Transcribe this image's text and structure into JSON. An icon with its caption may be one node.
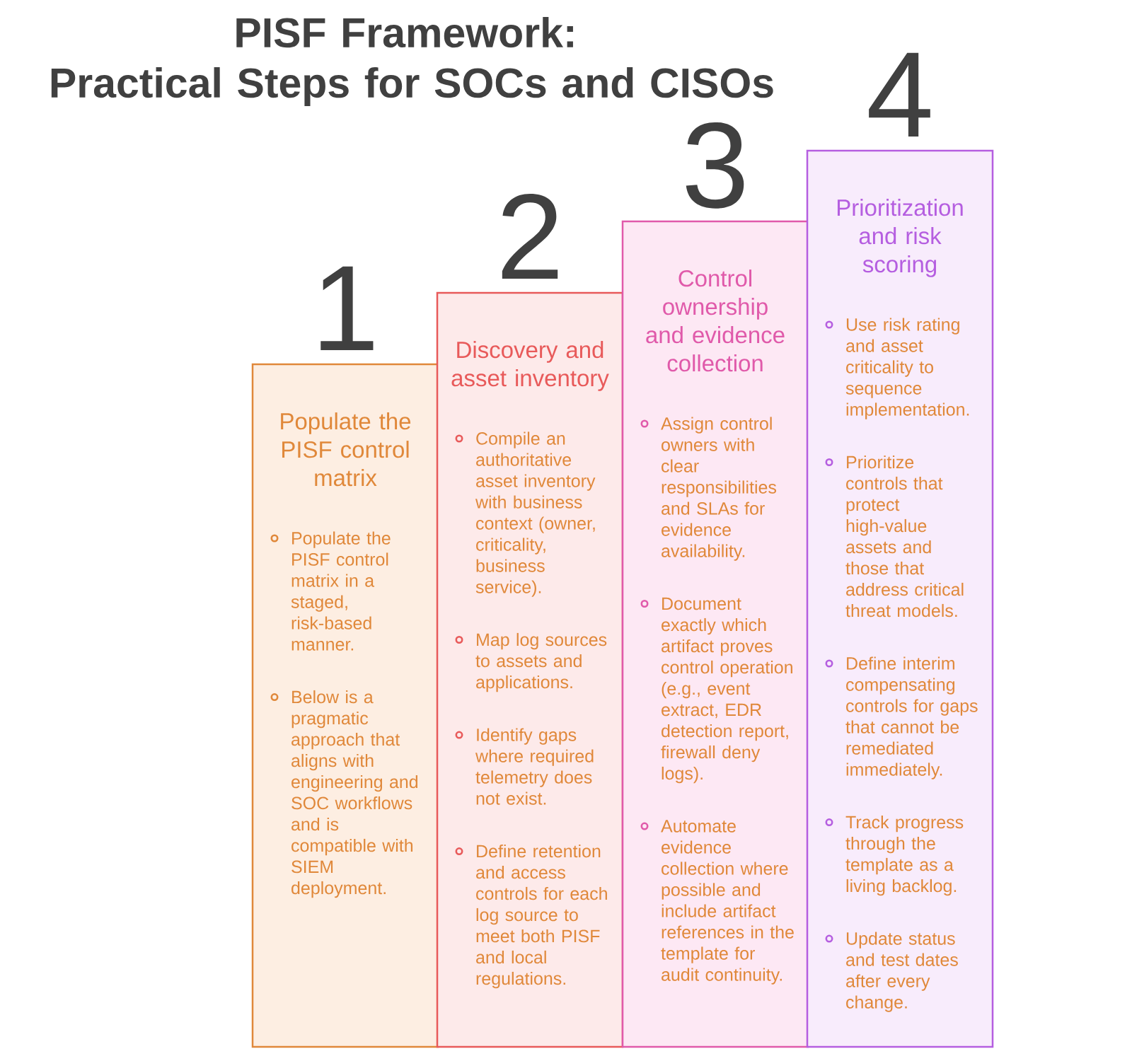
{
  "diagram": {
    "title": "PISF Framework: Practical Steps for SOCs and CISOs",
    "nodes": [
      {
        "text": [
          "1",
          "Populate the PISF control matrix",
          "Populate the PISF control matrix in a staged, risk-based manner.",
          "Below is a pragmatic approach that aligns with engineering and SOC workflows and is compatible with SIEM deployment."
        ]
      },
      {
        "text": [
          "2",
          "Discovery and asset inventory",
          "Compile an authoritative asset inventory with business context (owner, criticality, business service).",
          "Map log sources to assets and applications.",
          "Identify gaps where required telemetry does not exist.",
          "Define retention and access controls for each log source to meet both PISF and local regulations."
        ]
      },
      {
        "text": [
          "3",
          "Control ownership and evidence collection",
          "Assign control owners with clear responsibilities and SLAs for evidence availability.",
          "Document exactly which artifact proves control operation (e.g., event extract, EDR detection report, firewall deny logs).",
          "Automate evidence collection where possible and include artifact references in the template for audit continuity."
        ]
      },
      {
        "text": [
          "4",
          "Prioritization and risk scoring",
          "Use risk rating and asset criticality to sequence implementation.",
          "Prioritize controls that protect high-value assets and those that address critical threat models.",
          "Define interim compensating controls for gaps that cannot be remediated immediately.",
          "Track progress through the template as a living backlog.",
          "Update status and test dates after every change."
        ]
      }
    ]
  }
}
